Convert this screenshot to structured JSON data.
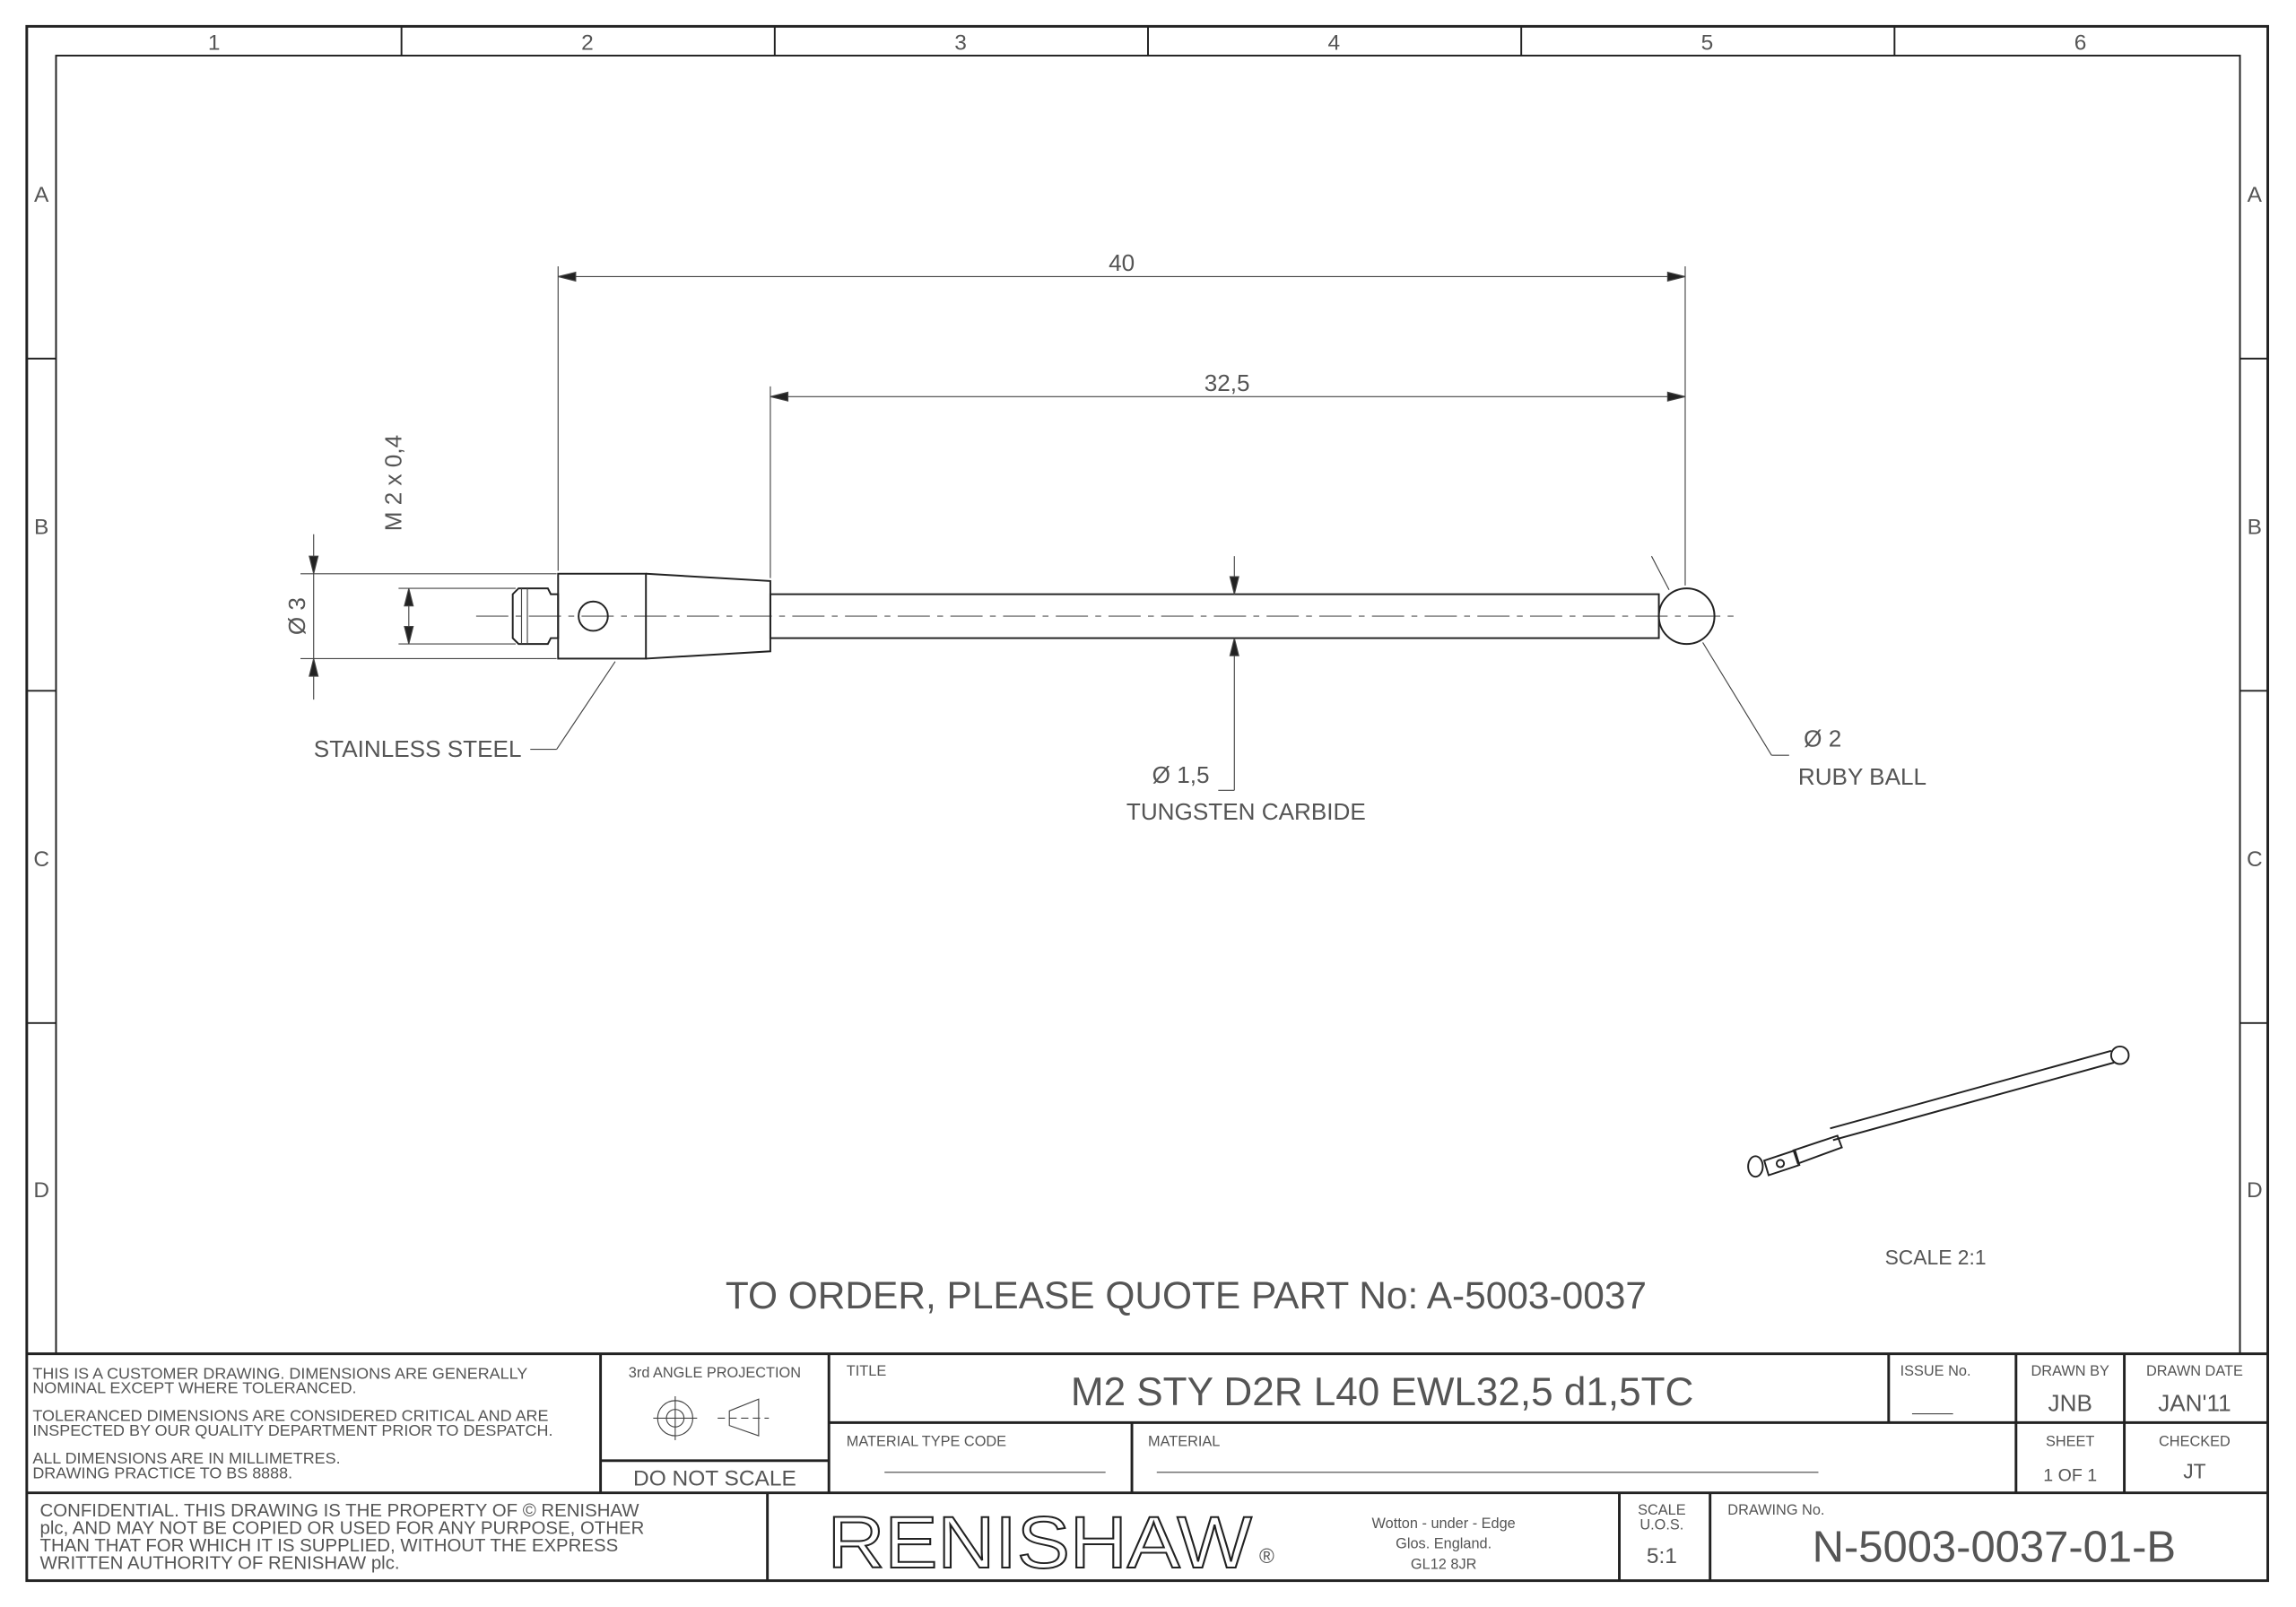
{
  "frame": {
    "columns": [
      "1",
      "2",
      "3",
      "4",
      "5",
      "6"
    ],
    "rows": [
      "A",
      "B",
      "C",
      "D"
    ]
  },
  "drawing": {
    "dim_overall": "40",
    "dim_effective": "32,5",
    "dim_thread": "M 2 x 0,4",
    "dim_body_dia": "Ø 3",
    "label_body": "STAINLESS STEEL",
    "label_stem_dia": "Ø 1,5",
    "label_stem": "TUNGSTEN CARBIDE",
    "label_ball_dia": "Ø 2",
    "label_ball": "RUBY BALL",
    "iso_scale": "SCALE 2:1",
    "order_note": "TO ORDER, PLEASE QUOTE PART No: A-5003-0037"
  },
  "title_block": {
    "notes": [
      "THIS IS A CUSTOMER DRAWING. DIMENSIONS ARE GENERALLY",
      "NOMINAL EXCEPT WHERE TOLERANCED.",
      "TOLERANCED DIMENSIONS ARE CONSIDERED CRITICAL AND ARE",
      "INSPECTED BY OUR QUALITY DEPARTMENT PRIOR TO DESPATCH.",
      "ALL DIMENSIONS ARE IN MILLIMETRES.",
      "DRAWING PRACTICE TO BS 8888."
    ],
    "projection_label": "3rd ANGLE PROJECTION",
    "do_not_scale": "DO NOT SCALE",
    "title_label": "TITLE",
    "title": "M2 STY D2R L40 EWL32,5 d1,5TC",
    "issue_label": "ISSUE No.",
    "issue_value": "__",
    "drawn_by_label": "DRAWN BY",
    "drawn_by": "JNB",
    "drawn_date_label": "DRAWN DATE",
    "drawn_date": "JAN'11",
    "material_type_code_label": "MATERIAL TYPE CODE",
    "material_label": "MATERIAL",
    "sheet_label": "SHEET",
    "sheet_value": "1 OF 1",
    "checked_label": "CHECKED",
    "checked_value": "JT",
    "confidential": [
      "CONFIDENTIAL. THIS DRAWING IS THE PROPERTY OF © RENISHAW",
      "plc, AND MAY NOT BE COPIED OR USED FOR ANY PURPOSE, OTHER",
      "THAN THAT FOR WHICH IT IS SUPPLIED, WITHOUT THE EXPRESS",
      "WRITTEN AUTHORITY OF RENISHAW plc."
    ],
    "logo": "RENISHAW",
    "logo_mark": "®",
    "address": [
      "Wotton - under - Edge",
      "Glos. England.",
      "GL12 8JR"
    ],
    "scale_label_1": "SCALE",
    "scale_label_2": "U.O.S.",
    "scale_value": "5:1",
    "drawing_no_label": "DRAWING No.",
    "drawing_no": "N-5003-0037-01-B"
  }
}
